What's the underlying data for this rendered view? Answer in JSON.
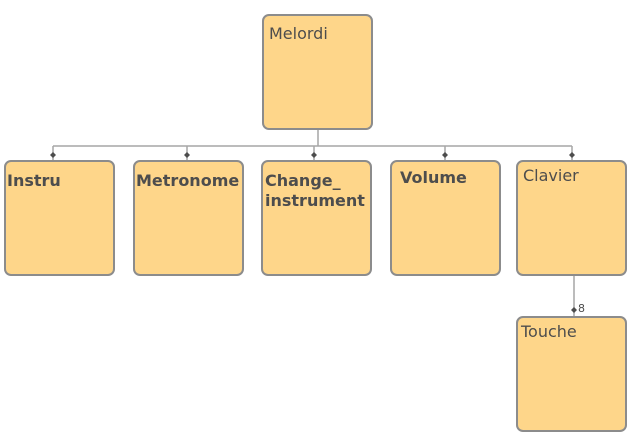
{
  "diagram": {
    "colors": {
      "node_fill": "#fed68a",
      "node_border": "#8c8c8c",
      "connector": "#a6a6a6",
      "text": "#4d4d4d"
    },
    "root": {
      "label": "Melordi"
    },
    "children": [
      {
        "label": "Instru"
      },
      {
        "label": "Metronome"
      },
      {
        "label": "Change_\ninstrument"
      },
      {
        "label": "Volume"
      },
      {
        "label": "Clavier"
      }
    ],
    "grandchild": {
      "label": "Touche",
      "multiplicity": "8"
    }
  }
}
